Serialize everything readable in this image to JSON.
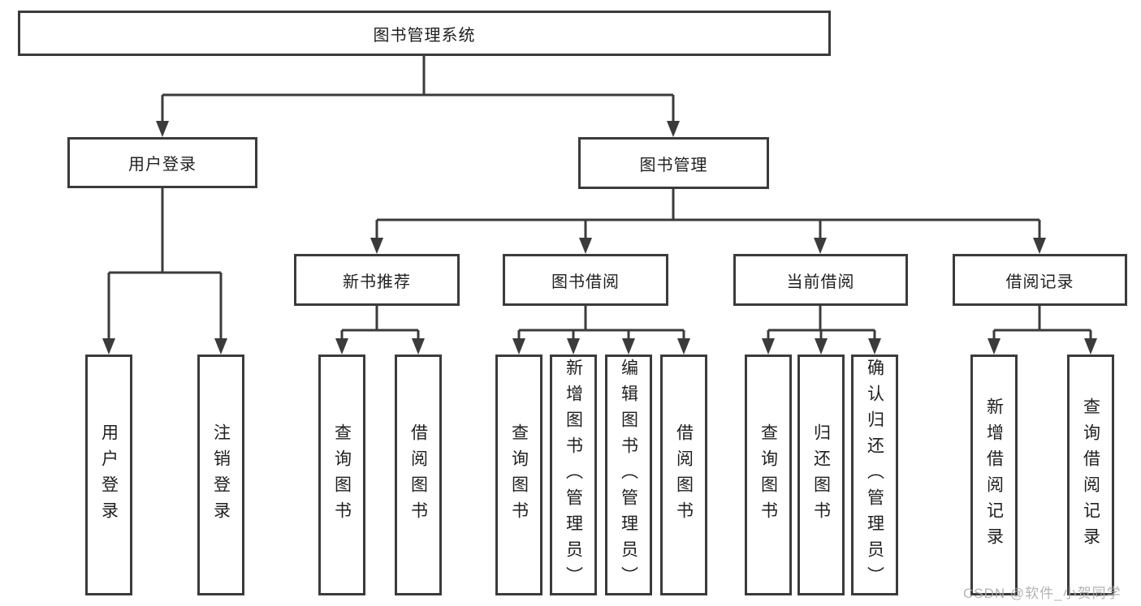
{
  "diagram_title": "图书管理系统",
  "tree": {
    "label": "图书管理系统",
    "children": [
      {
        "label": "用户登录",
        "children": [
          {
            "label": "用户登录"
          },
          {
            "label": "注销登录"
          }
        ]
      },
      {
        "label": "图书管理",
        "children": [
          {
            "label": "新书推荐",
            "children": [
              {
                "label": "查询图书"
              },
              {
                "label": "借阅图书"
              }
            ]
          },
          {
            "label": "图书借阅",
            "children": [
              {
                "label": "查询图书"
              },
              {
                "label": "新增图书（管理员）"
              },
              {
                "label": "编辑图书（管理员）"
              },
              {
                "label": "借阅图书"
              }
            ]
          },
          {
            "label": "当前借阅",
            "children": [
              {
                "label": "查询图书"
              },
              {
                "label": "归还图书"
              },
              {
                "label": "确认归还（管理员）"
              }
            ]
          },
          {
            "label": "借阅记录",
            "children": [
              {
                "label": "新增借阅记录"
              },
              {
                "label": "查询借阅记录"
              }
            ]
          }
        ]
      }
    ]
  },
  "watermark": {
    "text": "CSDN @软件_小贺同学"
  },
  "colors": {
    "line": "#3b3b3b",
    "text": "#1f1f1f",
    "watermark": "#ababab",
    "background": "#ffffff"
  }
}
